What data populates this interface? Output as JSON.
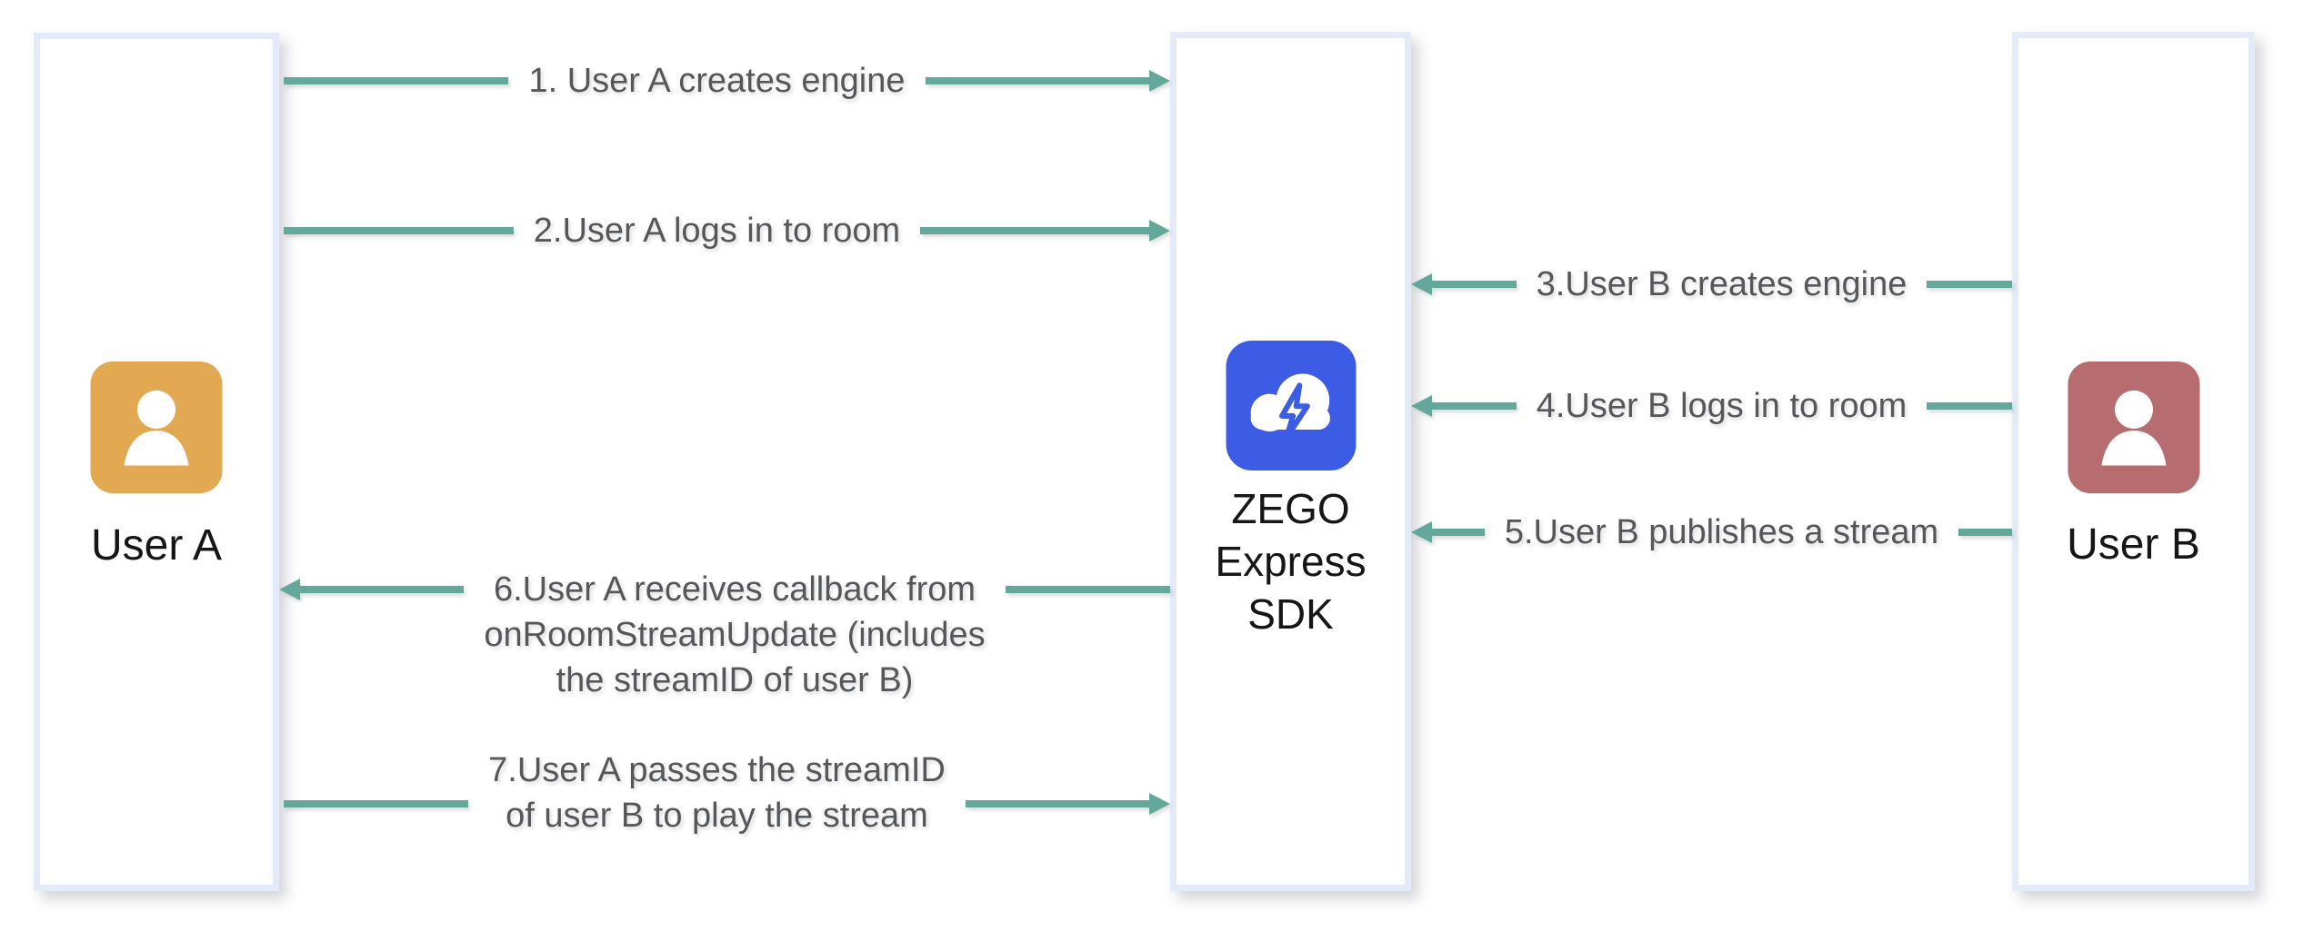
{
  "colors": {
    "background": "#FFFFFF",
    "box_fill": "#FFFFFF",
    "box_border": "#E5EAF8",
    "arrow": "#64A89B",
    "arrow_label_text": "#57575A",
    "actor_label_text": "#161616",
    "user_a_icon": "#E2A952",
    "user_b_icon": "#B76C70",
    "sdk_icon": "#3D5CE6",
    "icon_glyph": "#FFFFFF"
  },
  "actors": [
    {
      "id": "user-a",
      "label": "User A",
      "icon": "person-icon"
    },
    {
      "id": "zego-express-sdk",
      "label": "ZEGO\nExpress\nSDK",
      "icon": "cloud-lightning-icon"
    },
    {
      "id": "user-b",
      "label": "User B",
      "icon": "person-icon"
    }
  ],
  "flows": [
    {
      "step": "1",
      "label": "1. User A creates engine",
      "from": "User A",
      "to": "ZEGO Express SDK",
      "direction": "right"
    },
    {
      "step": "2",
      "label": "2.User A logs in to room",
      "from": "User A",
      "to": "ZEGO Express SDK",
      "direction": "right"
    },
    {
      "step": "3",
      "label": "3.User B creates engine",
      "from": "User B",
      "to": "ZEGO Express SDK",
      "direction": "left"
    },
    {
      "step": "4",
      "label": "4.User B logs in to room",
      "from": "User B",
      "to": "ZEGO Express SDK",
      "direction": "left"
    },
    {
      "step": "5",
      "label": "5.User B publishes a stream",
      "from": "User B",
      "to": "ZEGO Express SDK",
      "direction": "left"
    },
    {
      "step": "6",
      "label": "6.User A receives callback from\nonRoomStreamUpdate (includes\nthe streamID of user B)",
      "from": "ZEGO Express SDK",
      "to": "User A",
      "direction": "left"
    },
    {
      "step": "7",
      "label": "7.User A passes the streamID\nof user B to play the stream",
      "from": "User A",
      "to": "ZEGO Express SDK",
      "direction": "right"
    }
  ]
}
